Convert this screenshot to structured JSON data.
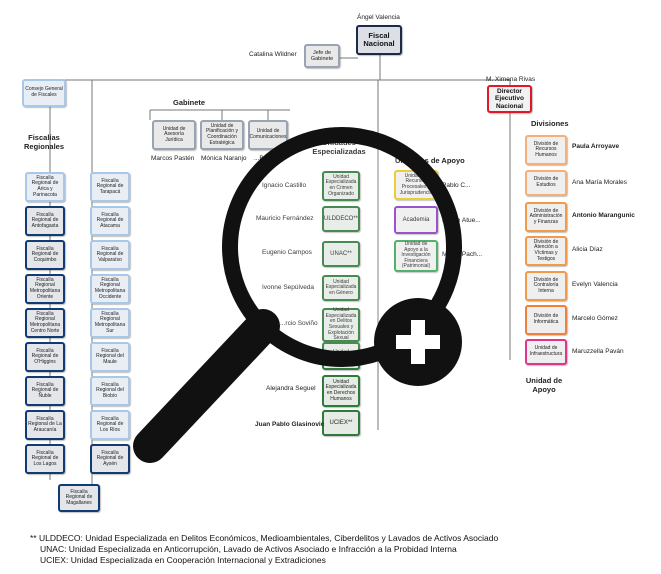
{
  "top": {
    "fiscal_name": "Ángel Valencia",
    "fiscal_box": "Fiscal Nacional",
    "gabinete_chief_box": "Jefe de Gabinete",
    "gabinete_chief_name": "Catalina Wildner",
    "director_name": "M. Ximena Rivas",
    "director_box": "Director Ejecutivo Nacional",
    "consejo_box": "Consejo General de Fiscales"
  },
  "gabinete": {
    "heading": "Gabinete",
    "units": [
      {
        "box": "Unidad de Asesoría Jurídica",
        "person": "Marcos Pastén"
      },
      {
        "box": "Unidad de Planificación y Coordinación Estratégica",
        "person": "Mónica Naranjo"
      },
      {
        "box": "Unidad de Comunicaciones",
        "person": "...Bailey"
      }
    ]
  },
  "fiscalias": {
    "heading": "Fiscalías Regionales",
    "left": [
      "Fiscalía Regional de Arica y Parinacota",
      "Fiscalía Regional de Antofagasta",
      "Fiscalía Regional de Coquimbo",
      "Fiscalía Regional Metropolitana Oriente",
      "Fiscalía Regional Metropolitana Centro Norte",
      "Fiscalía Regional de O'Higgins",
      "Fiscalía Regional de Ñuble",
      "Fiscalía Regional de La Araucanía",
      "Fiscalía Regional de Los Lagos"
    ],
    "right": [
      "Fiscalía Regional de Tarapacá",
      "Fiscalía Regional de Atacama",
      "Fiscalía Regional de Valparaíso",
      "Fiscalía Regional Metropolitana Occidente",
      "Fiscalía Regional Metropolitana Sur",
      "Fiscalía Regional del Maule",
      "Fiscalía Regional del Biobío",
      "Fiscalía Regional de Los Ríos",
      "Fiscalía Regional de Aysén"
    ],
    "bottom": "Fiscalía Regional de Magallanes"
  },
  "especializadas": {
    "heading": "Unidades Especializadas",
    "units": [
      {
        "box": "Unidad Especializada en Crimen Organizado",
        "person": "Ignacio Castillo"
      },
      {
        "box": "ULDDECO**",
        "person": "Mauricio Fernández"
      },
      {
        "box": "UNAC**",
        "person": "Eugenio Campos"
      },
      {
        "box": "Unidad Especializada en Género",
        "person": "Ivonne Sepúlveda"
      },
      {
        "box": "Unidad Especializada en Delitos Sexuales y Explotación Sexual",
        "person": "...rcio Soviño"
      },
      {
        "box": "Unidad Especializada...",
        "person": ""
      },
      {
        "box": "Unidad Especializada en Derechos Humanos",
        "person": "Alejandra Seguel"
      },
      {
        "box": "UCIEX**",
        "person": "Juan Pablo Glasinovic"
      }
    ]
  },
  "apoyo_units": {
    "heading": "Unidades de Apoyo",
    "units": [
      {
        "box": "Unidad de Recursos Procesales y Jurisprudencia",
        "person": "Pablo C..."
      },
      {
        "box": "Academia",
        "person": "Faride Atue..."
      },
      {
        "box": "Unidad de Apoyo a la Investigación Financiera (Patrimonial)",
        "person": "Marco Pach..."
      }
    ]
  },
  "divisiones": {
    "heading": "Divisiones",
    "items": [
      {
        "box": "División de Recursos Humanos",
        "person": "Paula Arroyave"
      },
      {
        "box": "División de Estudios",
        "person": "Ana María Morales"
      },
      {
        "box": "División de Administración y Finanzas",
        "person": "Antonio Marangunic"
      },
      {
        "box": "División de Atención a Víctimas y Testigos",
        "person": "Alicia Díaz"
      },
      {
        "box": "División de Contraloría Interna",
        "person": "Evelyn Valencia"
      },
      {
        "box": "División de Informática",
        "person": "Marcelo Gómez"
      },
      {
        "box": "Unidad de Infraestructura",
        "person": "Maruzzella Paván"
      }
    ],
    "apoyo_heading": "Unidad de Apoyo"
  },
  "footnotes": [
    "** ULDDECO: Unidad Especializada en Delitos Económicos, Medioambientales, Ciberdelitos y Lavados de Activos Asociado",
    "UNAC: Unidad Especializada en Anticorrupción, Lavado de Activos Asociado e Infracción a la Probidad Interna",
    "UCIEX: Unidad Especializada en Cooperación Internacional y Extradiciones"
  ],
  "colors": {
    "fiscal_regional": "#123a73",
    "regional_light": "#a8c8ea",
    "gabinete_gray": "#9aa3b4",
    "especializada_green": "#2f7a3b",
    "division_orange": "#f09a4a",
    "director_red": "#e01828",
    "magnifier": "#111111"
  },
  "icons": {
    "zoom": "zoom-in-magnifier-icon"
  }
}
